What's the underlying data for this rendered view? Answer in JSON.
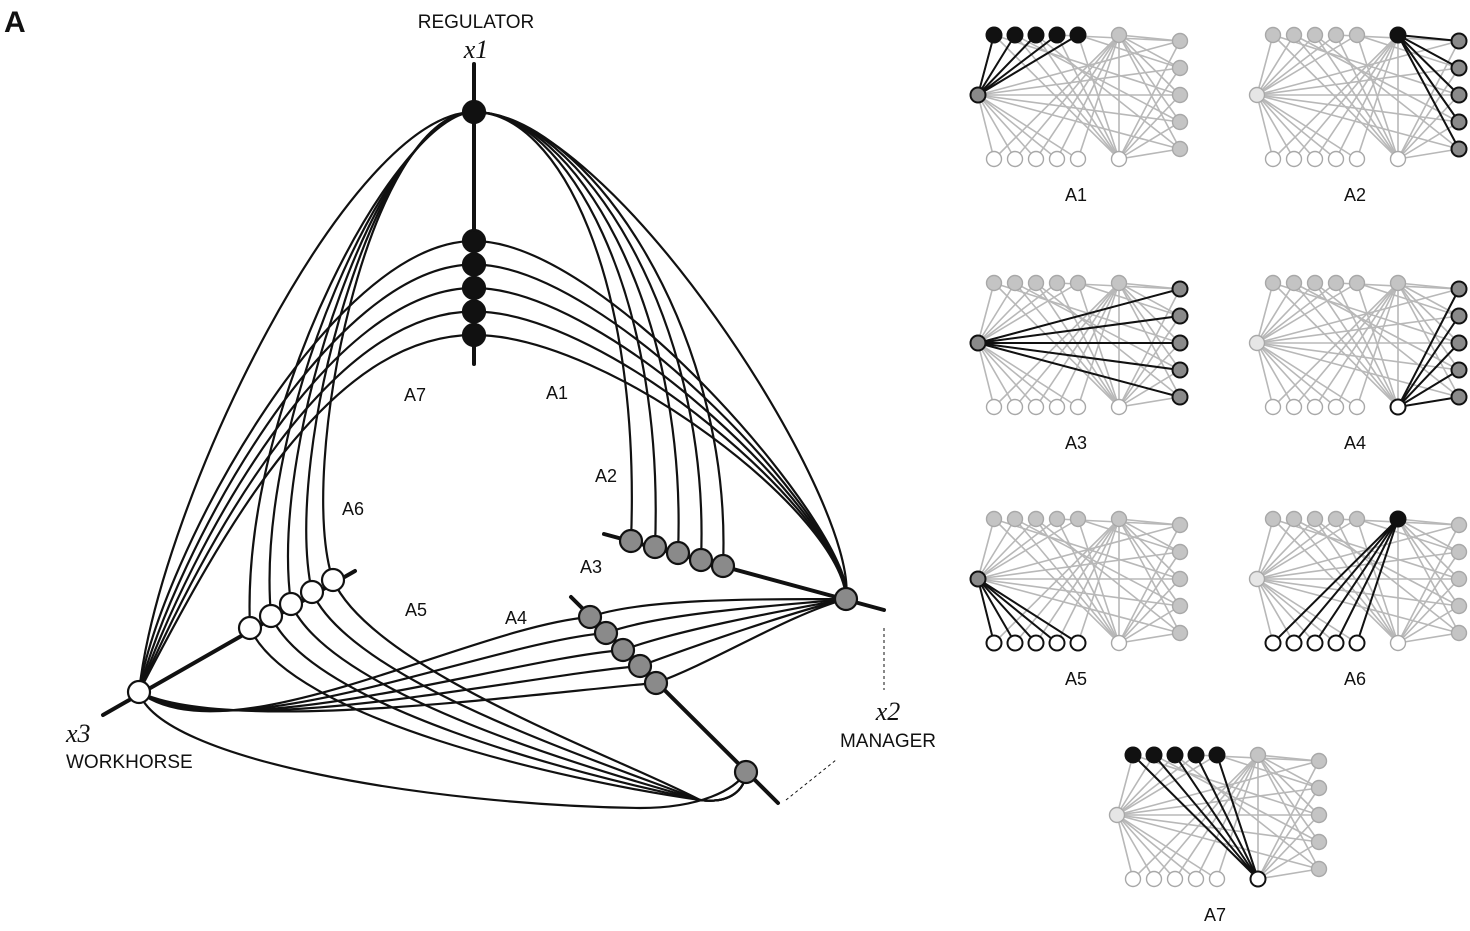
{
  "panel_label": "A",
  "hubs": {
    "x1": {
      "symbol": "x1",
      "role": "REGULATOR"
    },
    "x2": {
      "symbol": "x2",
      "role": "MANAGER"
    },
    "x3": {
      "symbol": "x3",
      "role": "WORKHORSE"
    }
  },
  "region_labels": [
    "A1",
    "A2",
    "A3",
    "A4",
    "A5",
    "A6",
    "A7"
  ],
  "subgraphs": [
    {
      "label": "A1",
      "hub": "regulator",
      "hub_color": "gray",
      "highlight": "black",
      "group": "x1"
    },
    {
      "label": "A2",
      "hub": "manager",
      "hub_color": "black",
      "highlight": "gray",
      "group": "x2"
    },
    {
      "label": "A3",
      "hub": "regulator",
      "hub_color": "gray",
      "highlight": "gray",
      "group": "x2"
    },
    {
      "label": "A4",
      "hub": "workhorse",
      "hub_color": "white",
      "highlight": "gray",
      "group": "x2"
    },
    {
      "label": "A5",
      "hub": "regulator",
      "hub_color": "gray",
      "highlight": "white",
      "group": "x3"
    },
    {
      "label": "A6",
      "hub": "manager",
      "hub_color": "black",
      "highlight": "white",
      "group": "x3"
    },
    {
      "label": "A7",
      "hub": "workhorse",
      "hub_color": "white",
      "highlight": "black",
      "group": "x1"
    }
  ],
  "colors": {
    "black": "#111111",
    "gray": "#8a8a8a",
    "white": "#ffffff",
    "faint": "#c4c4c4",
    "edge_faint": "#b8b8b8"
  }
}
